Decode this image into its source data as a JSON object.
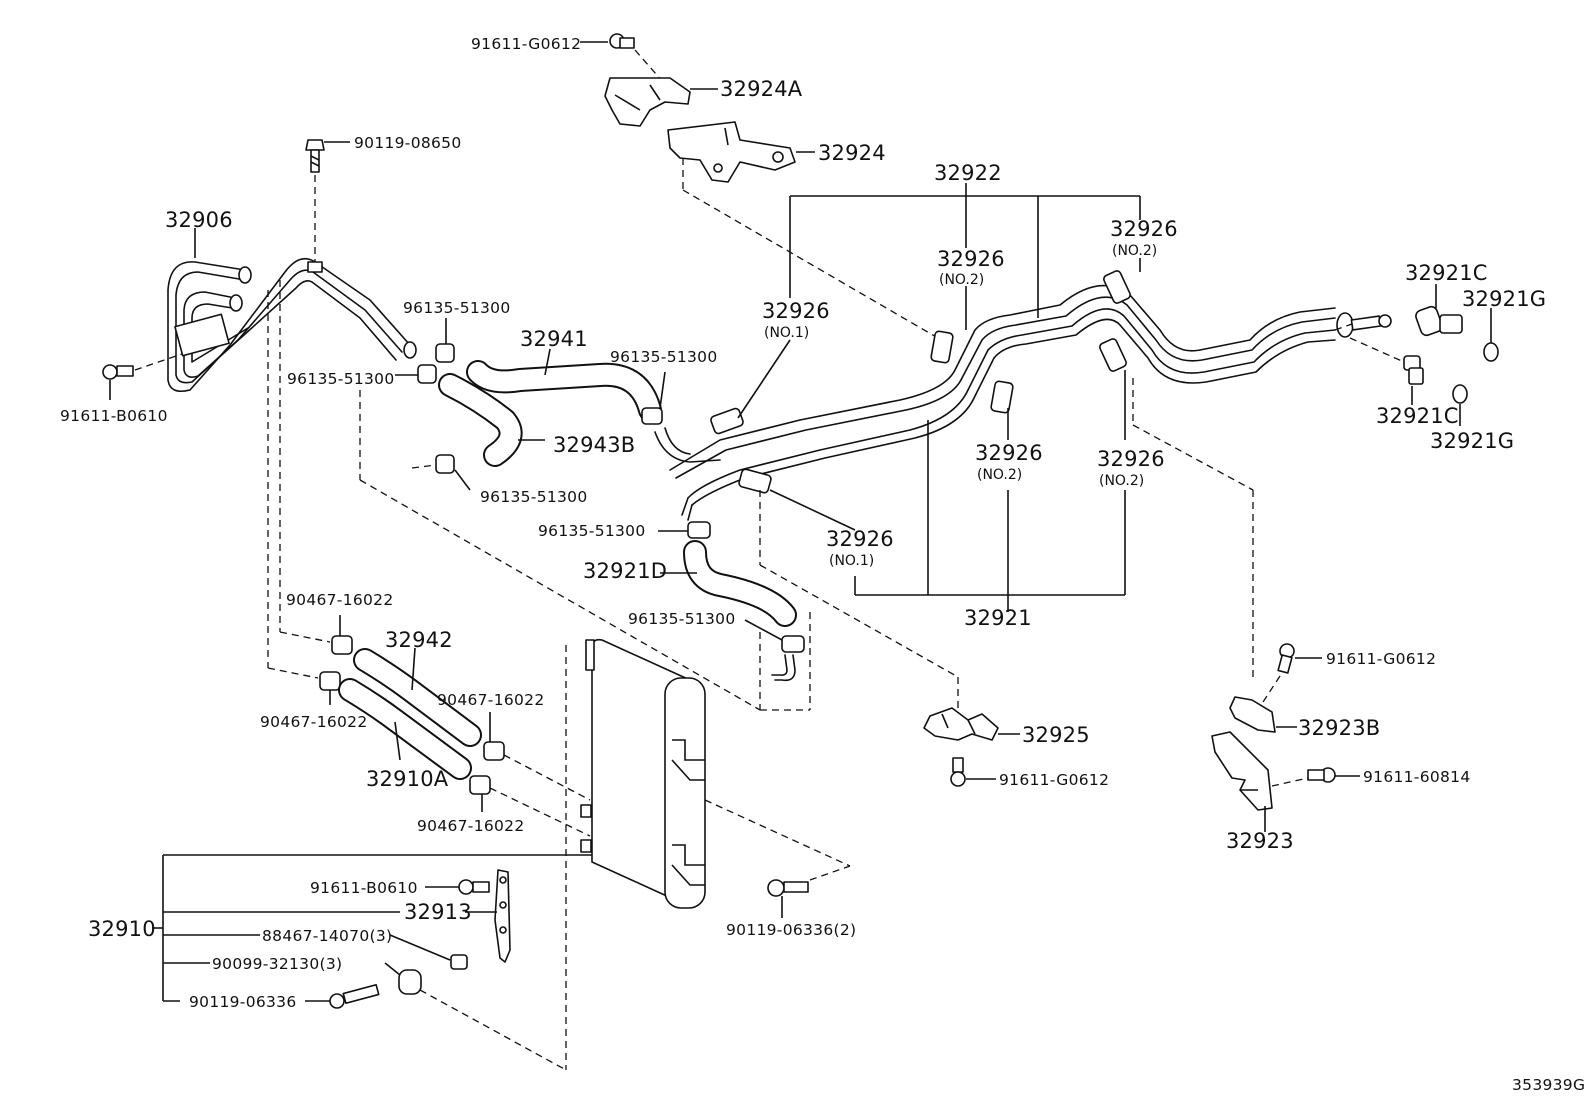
{
  "diagram_code": "353939G",
  "parts": {
    "p_32906": "32906",
    "p_90119_08650": "90119-08650",
    "p_91611_B0610_top": "91611-B0610",
    "p_96135_a": "96135-51300",
    "p_96135_b": "96135-51300",
    "p_96135_c": "96135-51300",
    "p_96135_d": "96135-51300",
    "p_96135_e": "96135-51300",
    "p_96135_f": "96135-51300",
    "p_32941": "32941",
    "p_32943B": "32943B",
    "p_91611_G0612_top": "91611-G0612",
    "p_32924A": "32924A",
    "p_32924": "32924",
    "p_32922": "32922",
    "p_32926_no1_a": "32926",
    "note_no1_a": "(NO.1)",
    "p_32926_no2_a": "32926",
    "note_no2_a": "(NO.2)",
    "p_32926_no2_b": "32926",
    "note_no2_b": "(NO.2)",
    "p_32926_no2_c": "32926",
    "note_no2_c": "(NO.2)",
    "p_32926_no2_d": "32926",
    "note_no2_d": "(NO.2)",
    "p_32926_no1_b": "32926",
    "note_no1_b": "(NO.1)",
    "p_32921": "32921",
    "p_32921D": "32921D",
    "p_32921C_a": "32921C",
    "p_32921G_a": "32921G",
    "p_32921C_b": "32921C",
    "p_32921G_b": "32921G",
    "p_90467_a": "90467-16022",
    "p_90467_b": "90467-16022",
    "p_90467_c": "90467-16022",
    "p_90467_d": "90467-16022",
    "p_32942": "32942",
    "p_32910A": "32910A",
    "p_32925": "32925",
    "p_91611_G0612_mid": "91611-G0612",
    "p_91611_G0612_right": "91611-G0612",
    "p_32923B": "32923B",
    "p_91611_60814": "91611-60814",
    "p_32923": "32923",
    "p_32910": "32910",
    "p_91611_B0610_bot": "91611-B0610",
    "p_32913": "32913",
    "p_88467": "88467-14070(3)",
    "p_90099": "90099-32130(3)",
    "p_90119_06336": "90119-06336",
    "p_90119_06336_2": "90119-06336(2)"
  }
}
